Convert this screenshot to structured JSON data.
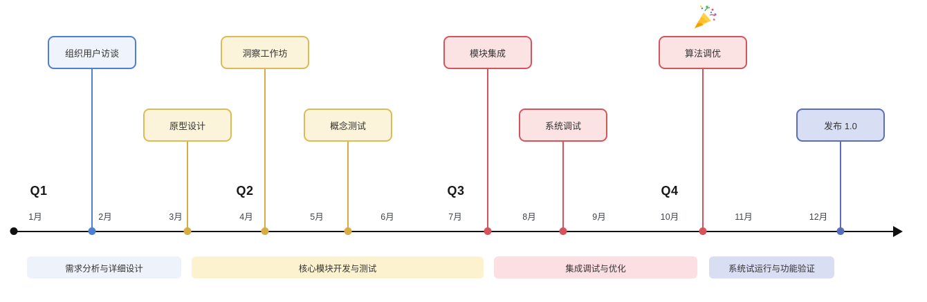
{
  "timeline": {
    "quarters": [
      {
        "label": "Q1"
      },
      {
        "label": "Q2"
      },
      {
        "label": "Q3"
      },
      {
        "label": "Q4"
      }
    ],
    "months": [
      "1月",
      "2月",
      "3月",
      "4月",
      "5月",
      "6月",
      "7月",
      "8月",
      "9月",
      "10月",
      "11月",
      "12月"
    ],
    "milestones": [
      {
        "label": "组织用户访谈",
        "color": "blue",
        "row": "top"
      },
      {
        "label": "原型设计",
        "color": "yellow",
        "row": "bottom"
      },
      {
        "label": "洞察工作坊",
        "color": "yellow",
        "row": "top"
      },
      {
        "label": "概念测试",
        "color": "yellow",
        "row": "bottom"
      },
      {
        "label": "模块集成",
        "color": "red",
        "row": "top"
      },
      {
        "label": "系统调试",
        "color": "red",
        "row": "bottom"
      },
      {
        "label": "算法调优",
        "color": "red",
        "row": "top",
        "decoration": "party-popper"
      },
      {
        "label": "发布 1.0",
        "color": "indigo",
        "row": "bottom"
      }
    ],
    "phases": [
      {
        "label": "需求分析与详细设计",
        "fill": "#edf2fb"
      },
      {
        "label": "核心模块开发与测试",
        "fill": "#fdf2cf"
      },
      {
        "label": "集成调试与优化",
        "fill": "#fcdfe2"
      },
      {
        "label": "系统试运行与功能验证",
        "fill": "#d9def3"
      }
    ],
    "palette": {
      "blue": {
        "border": "#4d7fd2",
        "fill": "#eef3fc"
      },
      "yellow": {
        "border": "#dcba55",
        "fill": "#fbf3da",
        "accent": "#d8ac42"
      },
      "red": {
        "border": "#d5545c",
        "fill": "#fbe2e3"
      },
      "indigo": {
        "border": "#5b6cba",
        "fill": "#d8def4"
      },
      "axis": "#111111",
      "text": "#333333"
    }
  }
}
